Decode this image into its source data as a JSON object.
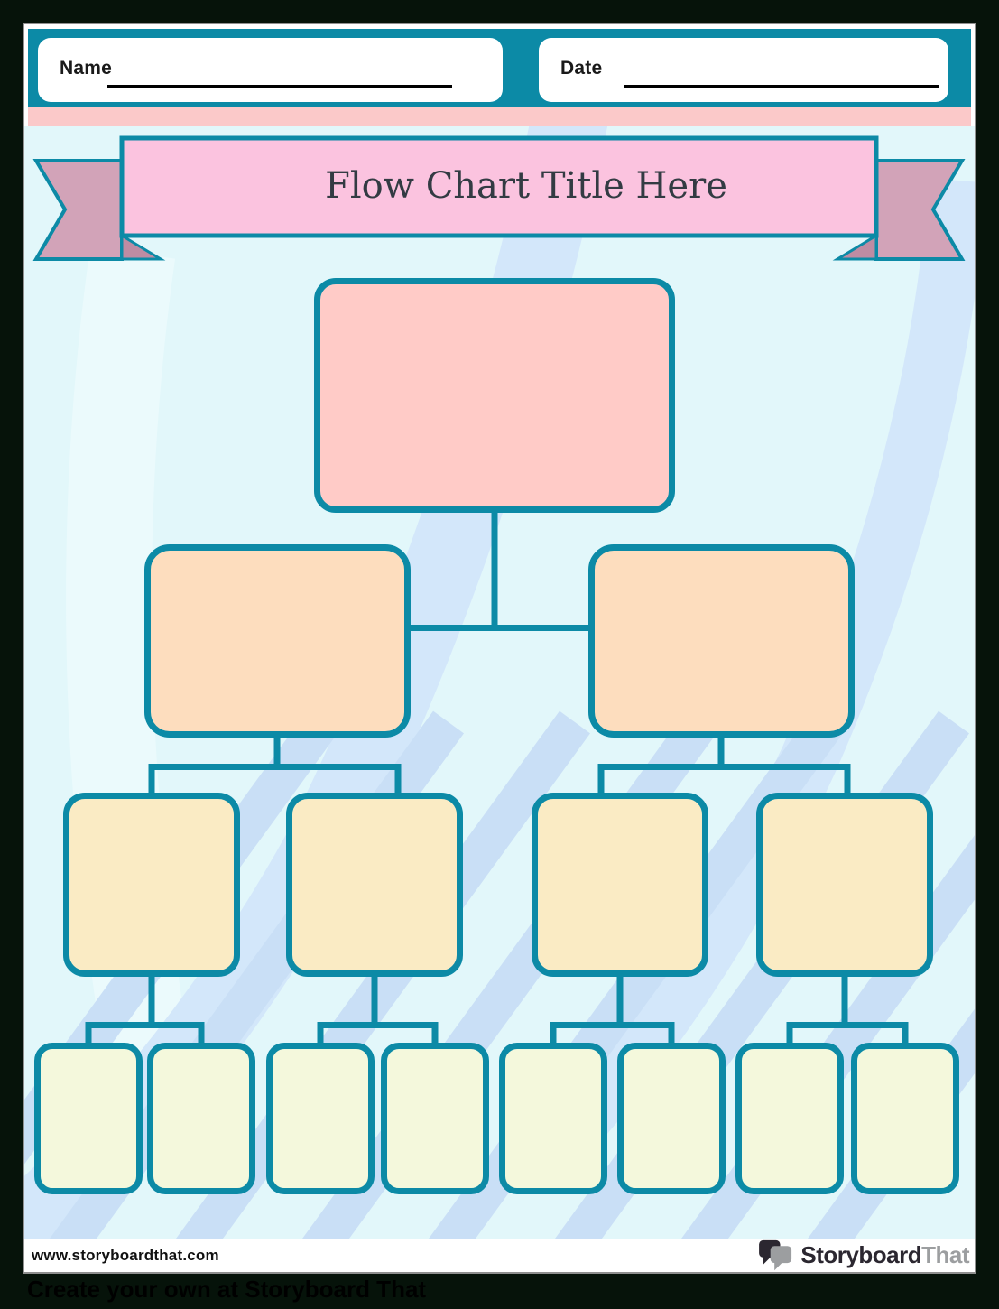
{
  "header": {
    "name_label": "Name",
    "date_label": "Date"
  },
  "banner": {
    "title": "Flow Chart Title Here"
  },
  "flowchart": {
    "levels": [
      {
        "level": 1,
        "boxes": 1,
        "fill": "#FFCBC7"
      },
      {
        "level": 2,
        "boxes": 2,
        "fill": "#FDDDBE"
      },
      {
        "level": 3,
        "boxes": 4,
        "fill": "#FAEBC4"
      },
      {
        "level": 4,
        "boxes": 8,
        "fill": "#F4F8DC"
      }
    ]
  },
  "footer": {
    "watermark": "www.storyboardthat.com",
    "logo_storyboard": "Storyboard",
    "logo_that": "That"
  },
  "outside": {
    "caption": "Create your own at Storyboard That"
  },
  "colors": {
    "teal": "#0C8AA6",
    "outer_bg": "#06130A",
    "content_bg": "#E2F7FA",
    "pink_strip": "#FBC9C9",
    "banner_pink": "#FBC3DF",
    "ribbon_mauve": "#D2A3B8",
    "ribbon_fold": "#BE8CA3",
    "level1_fill": "#FFCBC7",
    "level2_fill": "#FDDDBE",
    "level3_fill": "#FAEBC4",
    "level4_fill": "#F4F8DC",
    "stripe_blue": "#C9DFF6",
    "arc_blue": "#D3E7FA",
    "pale_band": "#EBFAFC",
    "logo_black": "#2B2730",
    "logo_gray": "#9C9EA0"
  }
}
